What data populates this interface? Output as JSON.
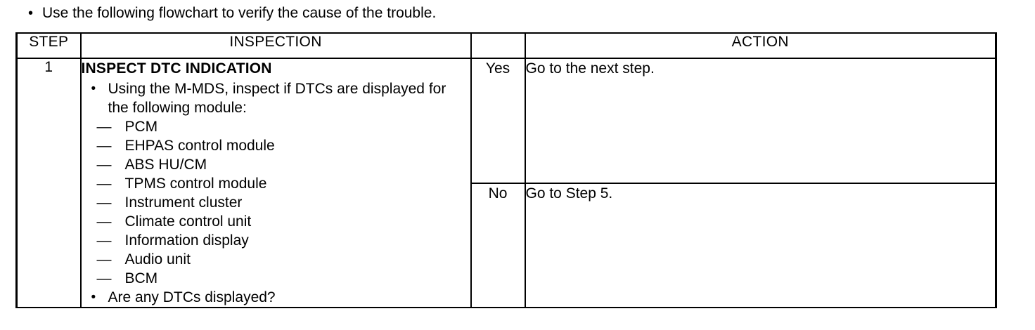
{
  "intro": {
    "bullet_glyph": "•",
    "text": "Use the following flowchart to verify the cause of the trouble."
  },
  "table": {
    "headers": {
      "step": "STEP",
      "inspection": "INSPECTION",
      "action": "ACTION"
    },
    "rows": [
      {
        "step": "1",
        "inspection": {
          "title": "INSPECT DTC INDICATION",
          "bullets": [
            "Using the M-MDS, inspect if DTCs are displayed for the following module:",
            "Are any DTCs displayed?"
          ],
          "modules": [
            "PCM",
            "EHPAS control module",
            "ABS HU/CM",
            "TPMS control module",
            "Instrument cluster",
            "Climate control unit",
            "Information display",
            "Audio unit",
            "BCM"
          ],
          "dash_glyph": "—",
          "bullet_glyph": "•"
        },
        "judgements": [
          {
            "label": "Yes",
            "action": "Go to the next step."
          },
          {
            "label": "No",
            "action": "Go to Step 5."
          }
        ]
      }
    ]
  },
  "colors": {
    "ink": "#000000",
    "page": "#ffffff"
  }
}
